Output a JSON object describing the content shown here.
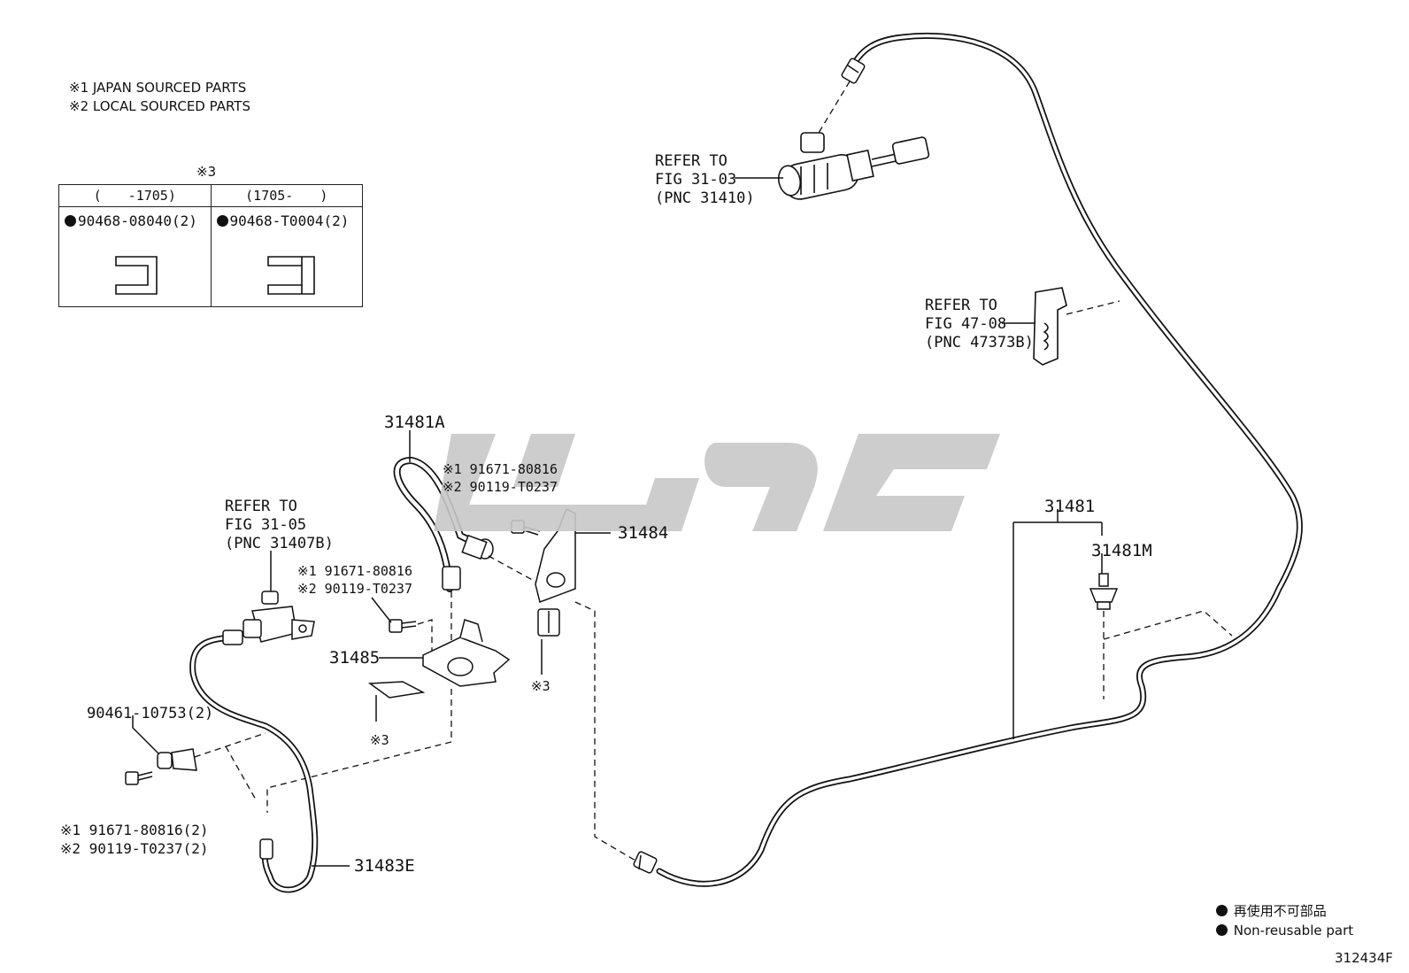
{
  "notes": {
    "japan": "※1 JAPAN SOURCED PARTS",
    "local": "※2 LOCAL SOURCED PARTS"
  },
  "variant_table": {
    "mark": "※3",
    "columns": [
      {
        "header": "(　　-1705)",
        "part": "90468-08040(2)"
      },
      {
        "header": "(1705-　　)",
        "part": "90468-T0004(2)"
      }
    ]
  },
  "callouts": {
    "ref_31_03": {
      "line1": "REFER TO",
      "line2": "FIG 31-03",
      "line3": "(PNC 31410)"
    },
    "ref_47_08": {
      "line1": "REFER TO",
      "line2": "FIG 47-08",
      "line3": "(PNC 47373B)"
    },
    "ref_31_05": {
      "line1": "REFER TO",
      "line2": "FIG 31-05",
      "line3": "(PNC 31407B)"
    },
    "p31481A": "31481A",
    "bolt_upper_1": "※1 91671-80816",
    "bolt_upper_2": "※2 90119-T0237",
    "p31484": "31484",
    "bolt_mid_1": "※1 91671-80816",
    "bolt_mid_2": "※2 90119-T0237",
    "p31485": "31485",
    "mark3_a": "※3",
    "mark3_b": "※3",
    "p90461": "90461-10753(2)",
    "bolt_low_1": "※1 91671-80816(2)",
    "bolt_low_2": "※2 90119-T0237(2)",
    "p31483E": "31483E",
    "p31481": "31481",
    "p31481M": "31481M"
  },
  "legend": {
    "line1": "再使用不可部品",
    "line2": "Non-reusable part"
  },
  "figure_id": "312434F",
  "colors": {
    "ink": "#111111",
    "watermark": "#c8c8c8"
  }
}
